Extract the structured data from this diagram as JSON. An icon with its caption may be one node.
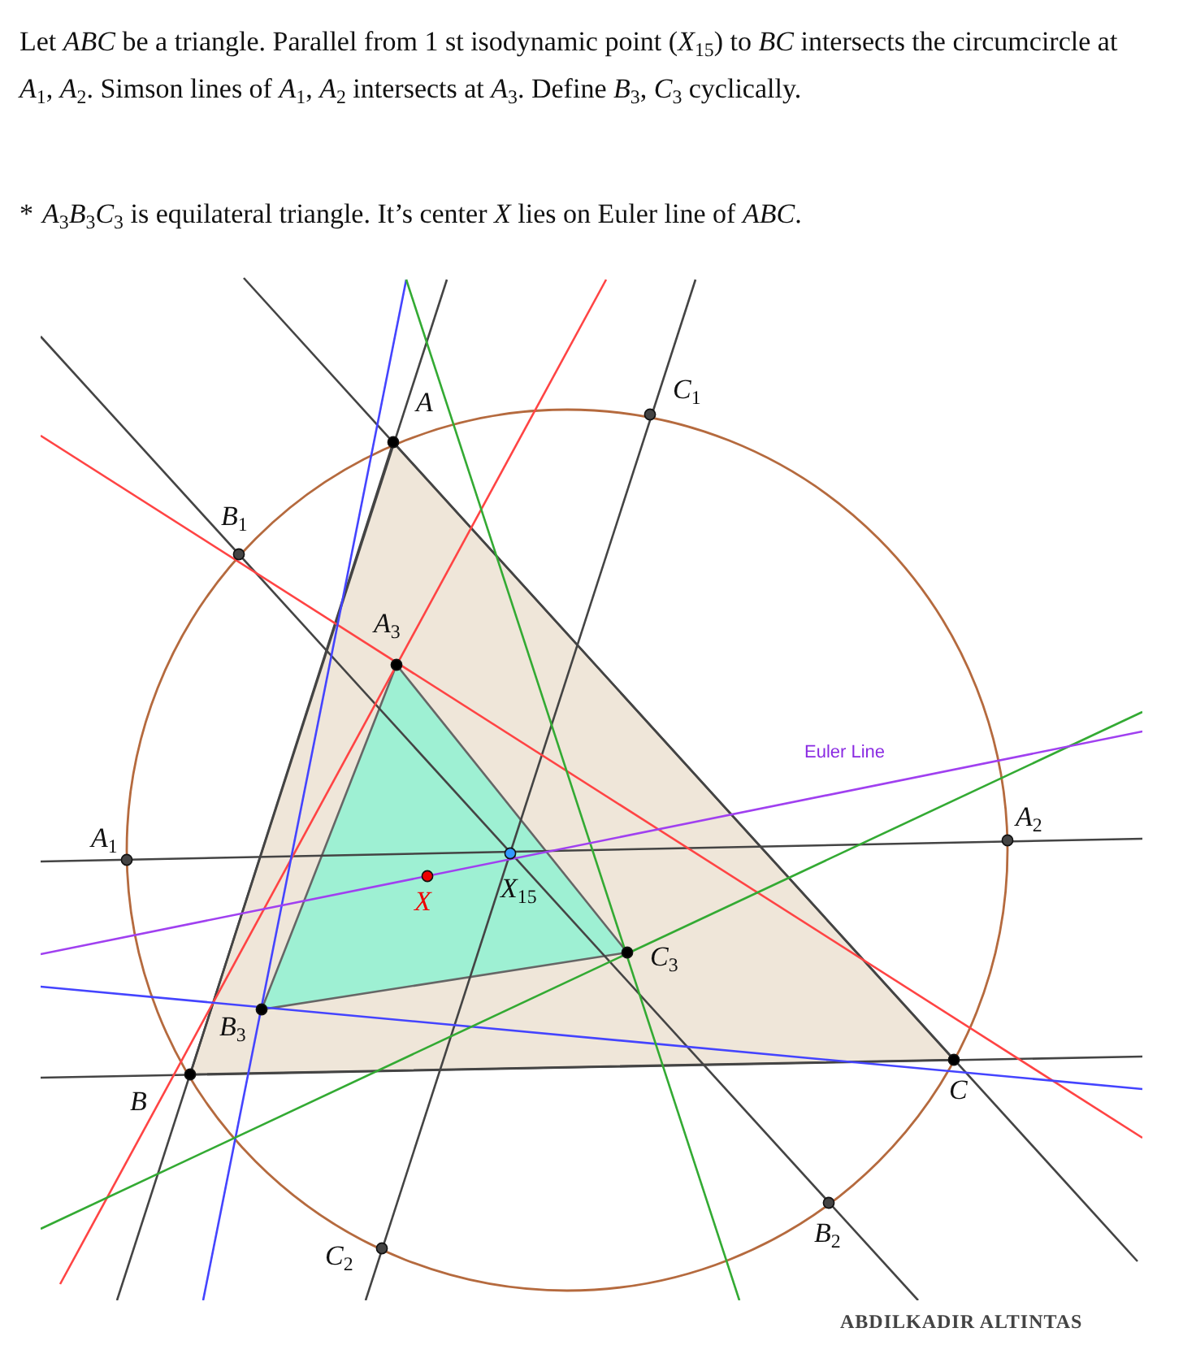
{
  "diagram": {
    "labels": [
      "Let *ABC* be a triangle. Parallel from 1 st isodynamic  point (*X*$_{15}$) to *BC* intersects the circumcircle at *A*$_{1}$, *A*$_{2}$. Simson lines of *A*$_{1}$, *A*$_{2}$ intersects at *A*$_{3}$. Define *B*$_{3}$, *C*$_{3}$ cyclically.",
      "*",
      "*A*$_{3}$*B*$_{3}$*C*$_{3}$ is equilateral triangle. It’s center *X* lies on Euler line of *ABC*.",
      "C$_{1}$",
      "A",
      "B$_{1}$",
      "A$_{3}$",
      "Euler Line",
      "A$_{2}$",
      "A$_{1}$",
      "X$_{15}$",
      "X",
      "C$_{3}$",
      "B$_{3}$",
      "C",
      "B",
      "B$_{2}$",
      "C$_{2}$",
      "ABDILKADIR ALTINTAS"
    ]
  }
}
